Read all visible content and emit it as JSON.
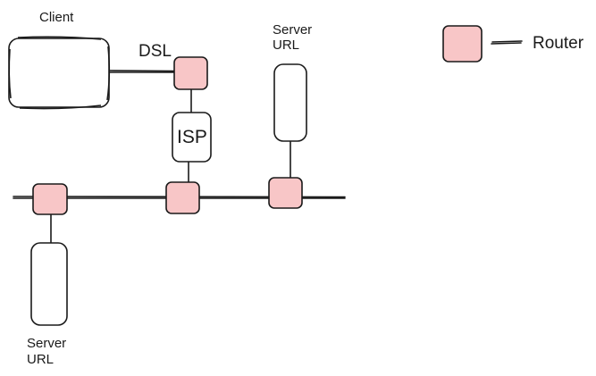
{
  "diagram": {
    "client_label": "Client",
    "dsl_label": "DSL",
    "isp_label": "ISP",
    "server_top": {
      "line1": "Server",
      "line2": "URL"
    },
    "server_bottom": {
      "line1": "Server",
      "line2": "URL"
    },
    "legend": {
      "label": "Router"
    }
  },
  "colors": {
    "router_fill": "#f8c6c7",
    "stroke": "#1a1a1a",
    "background": "#ffffff"
  }
}
